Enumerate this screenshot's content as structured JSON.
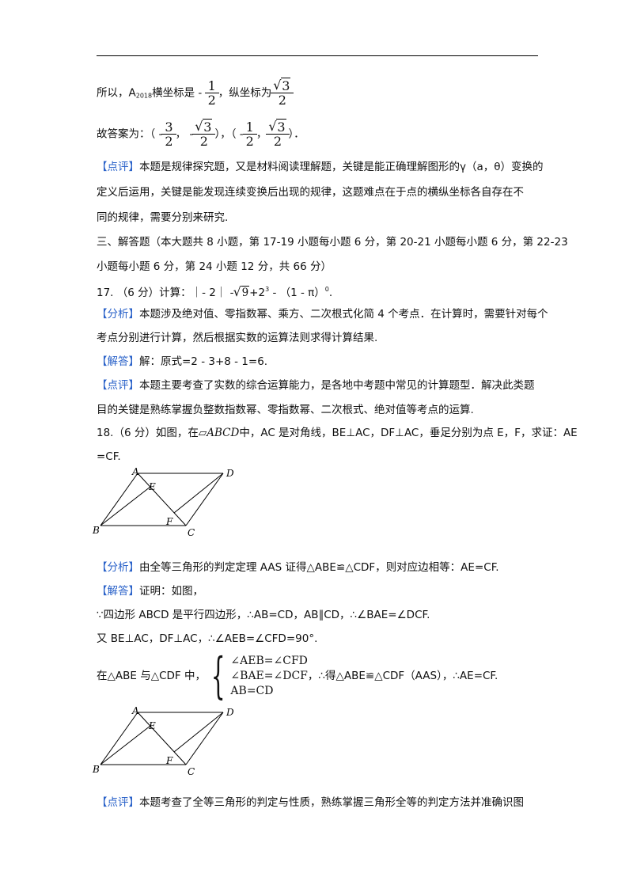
{
  "coord_line": {
    "prefix": "所以，A",
    "subscript": "2018",
    "mid": "横坐标是 -",
    "x_num": "1",
    "x_den": "2",
    "mid2": "，纵坐标为",
    "y_rad": "3",
    "y_den": "2"
  },
  "answer_line": {
    "prefix": "故答案为：（ -",
    "f1_num": "3",
    "f1_den": "2",
    "sep1": "， -",
    "f2_rad": "3",
    "f2_den": "2",
    "sep2": "），（ -",
    "f3_num": "1",
    "f3_den": "2",
    "sep3": "，",
    "f4_rad": "3",
    "f4_den": "2",
    "suffix": "）．"
  },
  "comment1": {
    "tag": "【点评】",
    "line1": "本题是规律探究题，又是材料阅读理解题，关键是能正确理解图形的γ（a，θ）变换的",
    "line2": "定义后运用，关键是能发现连续变换后出现的规律，这题难点在于点的横纵坐标各自存在不",
    "line3": "同的规律，需要分别来研究."
  },
  "section3": {
    "line1": "三、解答题（本大题共 8 小题，第 17-19 小题每小题 6 分，第 20-21 小题每小题 6 分，第 22-23",
    "line2": "小题每小题 6 分，第 24 小题 12 分，共 66 分）"
  },
  "q17": {
    "prefix": "17.  （6 分）计算：｜- 2｜ -",
    "rad": "9",
    "plus": "+2",
    "exp": "3",
    "tail": " - （1 - π）",
    "exp2": "0",
    "end": "."
  },
  "analysis17": {
    "tag": "【分析】",
    "line1": "本题涉及绝对值、零指数幂、乘方、二次根式化简 4 个考点．在计算时，需要针对每个",
    "line2": "考点分别进行计算，然后根据实数的运算法则求得计算结果."
  },
  "solution17": {
    "tag": "【解答】",
    "text": "解：原式=2 - 3+8 - 1=6."
  },
  "comment17": {
    "tag": "【点评】",
    "line1": "本题主要考查了实数的综合运算能力，是各地中考题中常见的计算题型．解决此类题",
    "line2": "目的关键是熟练掌握负整数指数幂、零指数幂、二次根式、绝对值等考点的运算."
  },
  "q18": {
    "prefix": "18.（6 分）如图，在",
    "para": "▱ABCD",
    "rest": "中，AC 是对角线，BE⊥AC，DF⊥AC，垂足分别为点 E，F，求证：AE",
    "line2": "=CF."
  },
  "figure_labels": {
    "A": "A",
    "B": "B",
    "C": "C",
    "D": "D",
    "E": "E",
    "F": "F"
  },
  "analysis18": {
    "tag": "【分析】",
    "text": "由全等三角形的判定定理 AAS 证得△ABE≌△CDF，则对应边相等：AE=CF."
  },
  "solution18": {
    "tag": "【解答】",
    "text": "证明：如图，",
    "line2": "∵四边形 ABCD 是平行四边形，∴AB=CD，AB∥CD，∴∠BAE=∠DCF.",
    "line3": "又 BE⊥AC，DF⊥AC，∴∠AEB=∠CFD=90°.",
    "sys_prefix": "在△ABE 与△CDF 中，",
    "sys1": "∠AEB=∠CFD",
    "sys2": "∠BAE=∠DCF",
    "sys3": "AB=CD",
    "sys_suffix": "，∴得△ABE≌△CDF（AAS），∴AE=CF."
  },
  "comment18": {
    "tag": "【点评】",
    "text": "本题考查了全等三角形的判定与性质，熟练掌握三角形全等的判定方法并准确识图"
  }
}
